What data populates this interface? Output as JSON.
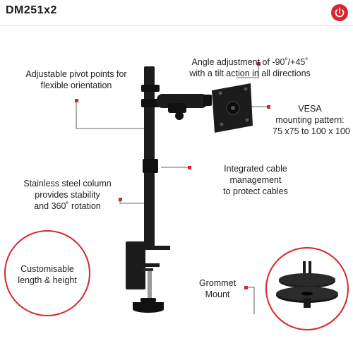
{
  "header": {
    "title": "DM251x2"
  },
  "features": {
    "pivot": {
      "line1": "Adjustable pivot points for",
      "line2": "flexible orientation"
    },
    "angle": {
      "line1": "Angle adjustment of -90˚/+45˚",
      "line2": "with a tilt action in all directions"
    },
    "vesa": {
      "line1": "VESA",
      "line2": "mounting pattern:",
      "line3": "75 x75 to 100 x 100"
    },
    "cable": {
      "line1": "Integrated cable",
      "line2": "management",
      "line3": "to protect cables"
    },
    "column": {
      "line1": "Stainless steel column",
      "line2": "provides stability",
      "line3": "and 360˚ rotation"
    },
    "length": {
      "line1": "Customisable",
      "line2": "length & height"
    },
    "grommet": {
      "line1": "Grommet",
      "line2": "Mount"
    }
  },
  "colors": {
    "accent": "#d7262c",
    "product": "#1c1c1c",
    "background": "#ffffff"
  },
  "icons": {
    "power": "power-icon"
  }
}
